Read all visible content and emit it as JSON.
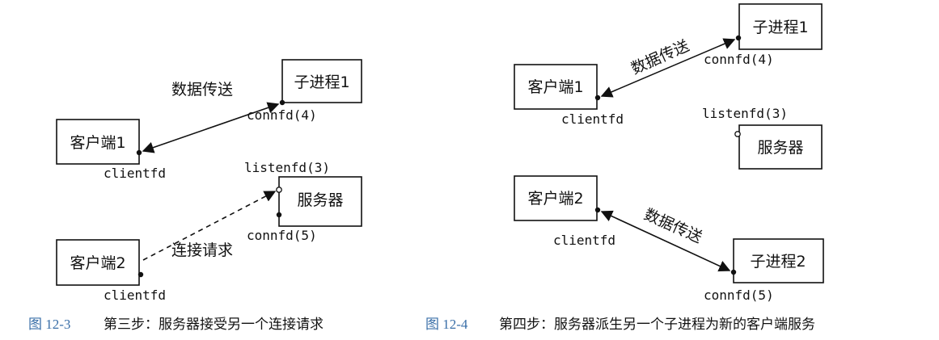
{
  "figures": [
    {
      "caption_number": "图 12-3",
      "caption_text": "第三步：服务器接受另一个连接请求",
      "nodes": {
        "child": "子进程1",
        "client1": "客户端1",
        "server": "服务器",
        "client2": "客户端2"
      },
      "labels": {
        "child_fd": "connfd(4)",
        "client1_fd": "clientfd",
        "server_listen_fd": "listenfd(3)",
        "server_conn_fd": "connfd(5)",
        "client2_fd": "clientfd",
        "transfer": "数据传送",
        "request": "连接请求"
      }
    },
    {
      "caption_number": "图 12-4",
      "caption_text": "第四步：服务器派生另一个子进程为新的客户端服务",
      "nodes": {
        "child1": "子进程1",
        "client1": "客户端1",
        "server": "服务器",
        "client2": "客户端2",
        "child2": "子进程2"
      },
      "labels": {
        "child1_fd": "connfd(4)",
        "client1_fd": "clientfd",
        "server_listen_fd": "listenfd(3)",
        "client2_fd": "clientfd",
        "child2_fd": "connfd(5)",
        "transfer1": "数据传送",
        "transfer2": "数据传送"
      }
    }
  ]
}
